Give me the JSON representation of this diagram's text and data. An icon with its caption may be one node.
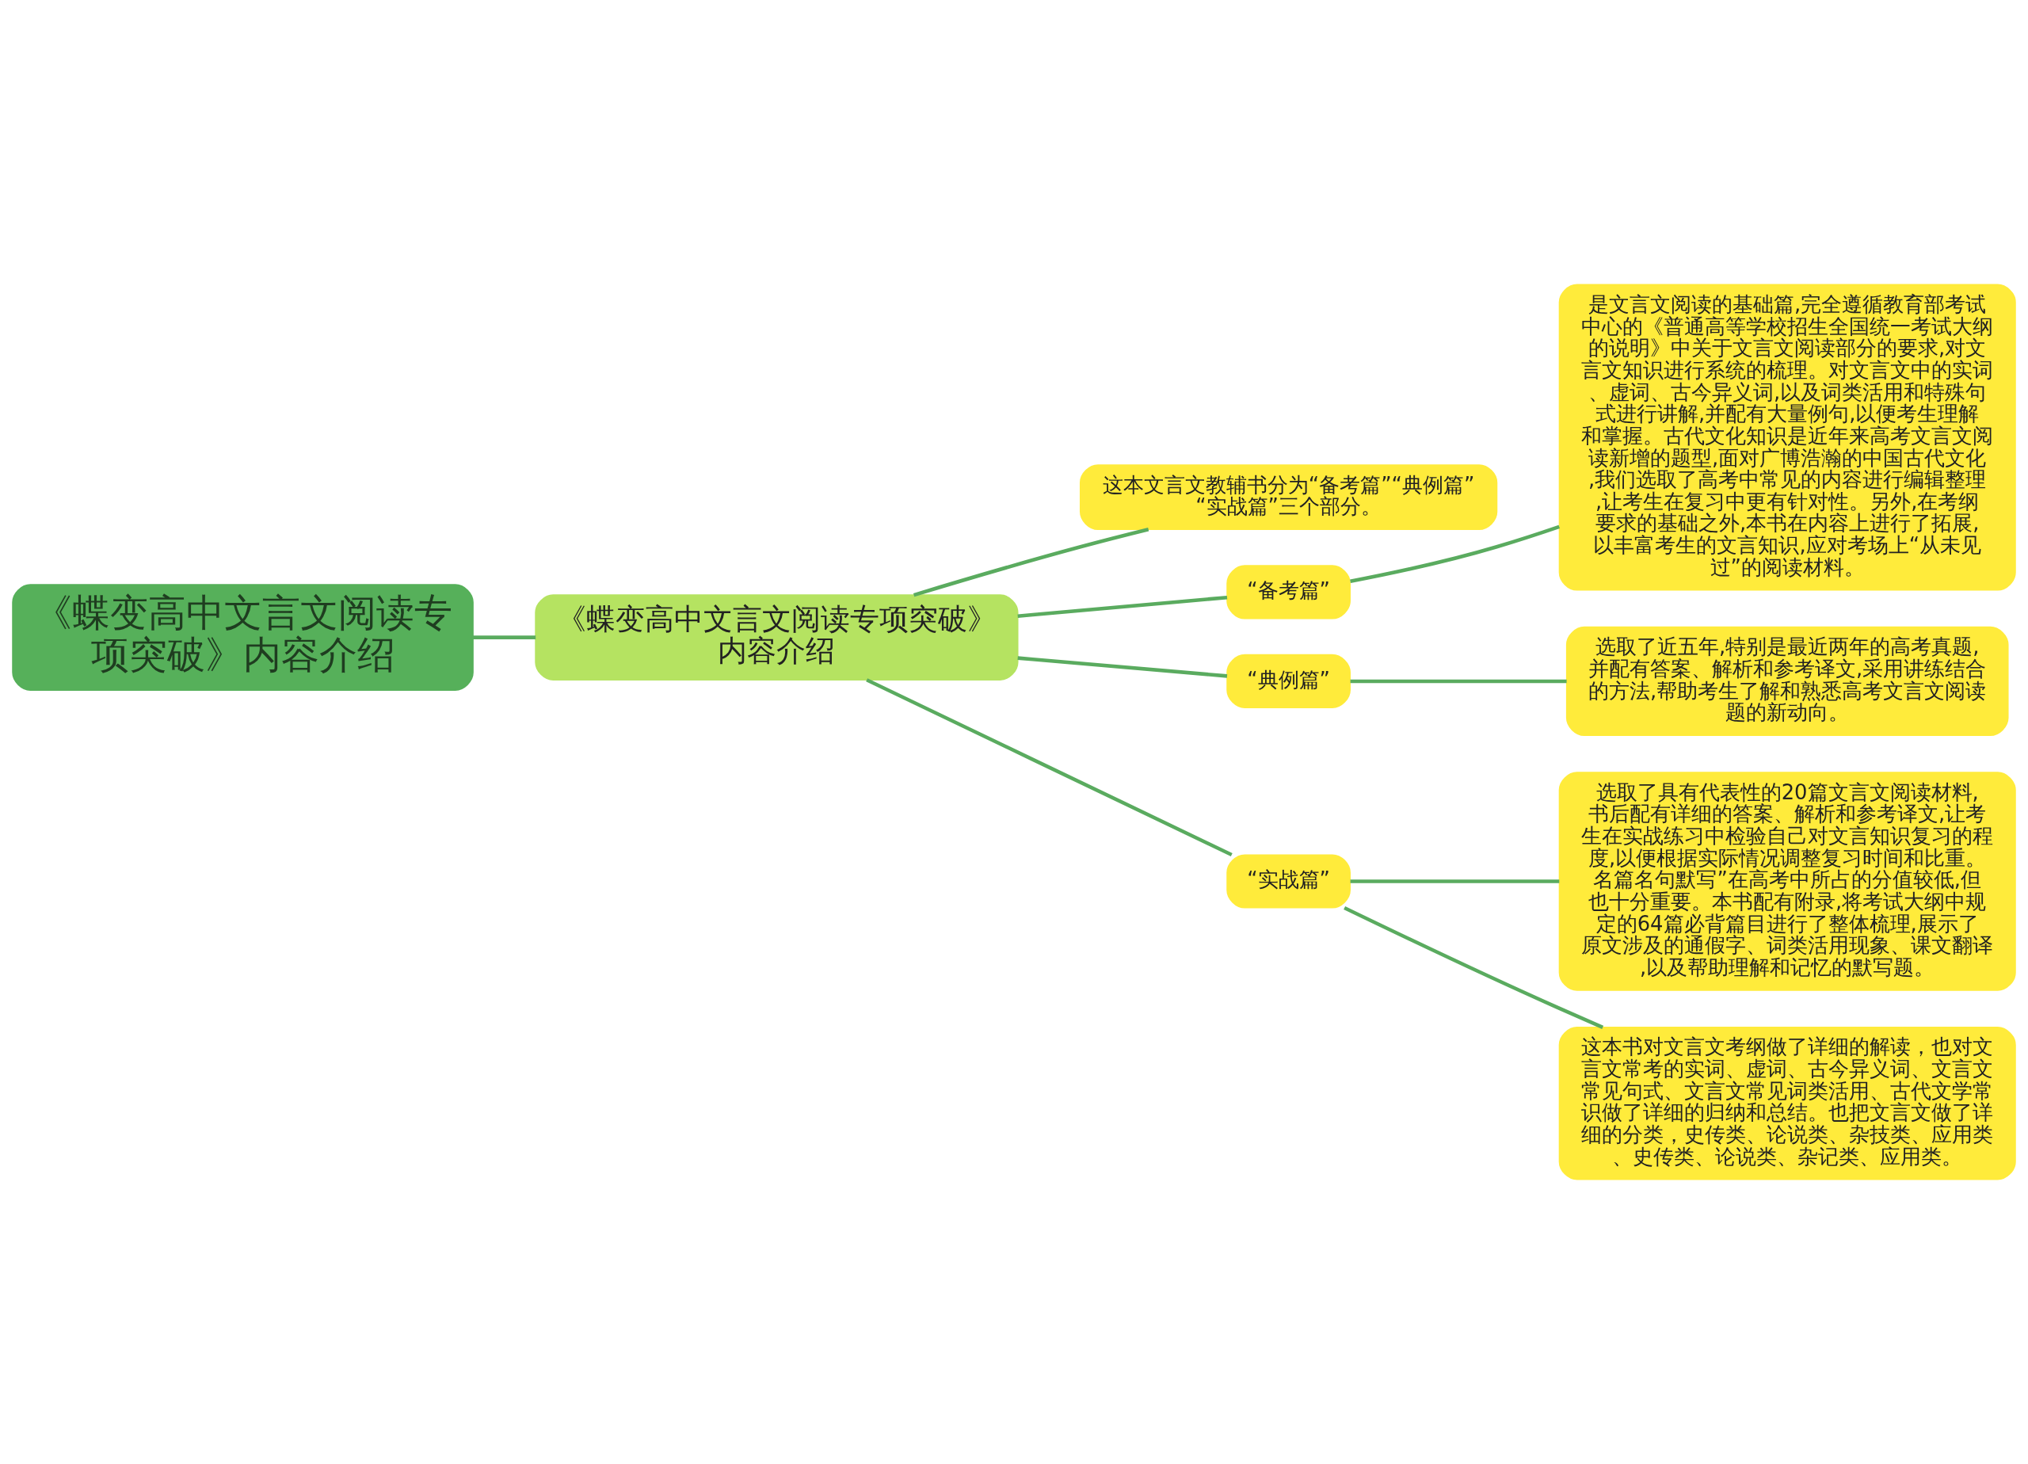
{
  "diagram": {
    "nodes": [
      {
        "text": [
          "《蝶变高中文言文阅读专项突破》内容介绍"
        ]
      },
      {
        "text": [
          "《蝶变高中文言文阅读专项突破》内容介绍"
        ]
      },
      {
        "text": [
          "这本文言文教辅书分为“备考篇”“典例篇”“实战篇”三个部分。"
        ]
      },
      {
        "text": [
          "“备考篇”"
        ]
      },
      {
        "text": [
          "是文言文阅读的基础篇,完全遵循教育部考试中心的《普通高等学校招生全国统一考试大纲的说明》中关于文言文阅读部分的要求,对文言文知识进行系统的梳理。对文言文中的实词、虚词、古今异义词,以及词类活用和特殊句式进行讲解,并配有大量例句,以便考生理解和掌握。古代文化知识是近年来高考文言文阅读新增的题型,面对广博浩瀚的中国古代文化,我们选取了高考中常见的内容进行编辑整理,让考生在复习中更有针对性。另外,在考纲要求的基础之外,本书在内容上进行了拓展,以丰富考生的文言知识,应对考场上“从未见过”的阅读材料。"
        ]
      },
      {
        "text": [
          "“典例篇”"
        ]
      },
      {
        "text": [
          "选取了近五年,特别是最近两年的高考真题,并配有答案、解析和参考译文,采用讲练结合的方法,帮助考生了解和熟悉高考文言文阅读题的新动向。"
        ]
      },
      {
        "text": [
          "“实战篇”"
        ]
      },
      {
        "text": [
          "选取了具有代表性的20篇文言文阅读材料,书后配有详细的答案、解析和参考译文,让考生在实战练习中检验自己对文言知识复习的程度,以便根据实际情况调整复习时间和比重。名篇名句默写”在高考中所占的分值较低,但也十分重要。本书配有附录,将考试大纲中规定的64篇必背篇目进行了整体梳理,展示了原文涉及的通假字、词类活用现象、课文翻译,以及帮助理解和记忆的默写题。"
        ]
      },
      {
        "text": [
          "这本书对文言文考纲做了详细的解读，也对文言文常考的实词、虚词、古今异义词、文言文常见句式、文言文常见词类活用、古代文学常识做了详细的归纳和总结。也把文言文做了详细的分类，史传类、论说类、杂技类、应用类、史传类、论说类、杂记类、应用类。"
        ]
      }
    ],
    "edges": [
      {
        "from": 0,
        "to": 1,
        "arrow": "none"
      },
      {
        "from": 1,
        "to": 2,
        "arrow": "none"
      },
      {
        "from": 1,
        "to": 3,
        "arrow": "none"
      },
      {
        "from": 3,
        "to": 4,
        "arrow": "none"
      },
      {
        "from": 1,
        "to": 5,
        "arrow": "none"
      },
      {
        "from": 5,
        "to": 6,
        "arrow": "none"
      },
      {
        "from": 1,
        "to": 7,
        "arrow": "none"
      },
      {
        "from": 7,
        "to": 8,
        "arrow": "none"
      },
      {
        "from": 7,
        "to": 9,
        "arrow": "none"
      }
    ]
  }
}
